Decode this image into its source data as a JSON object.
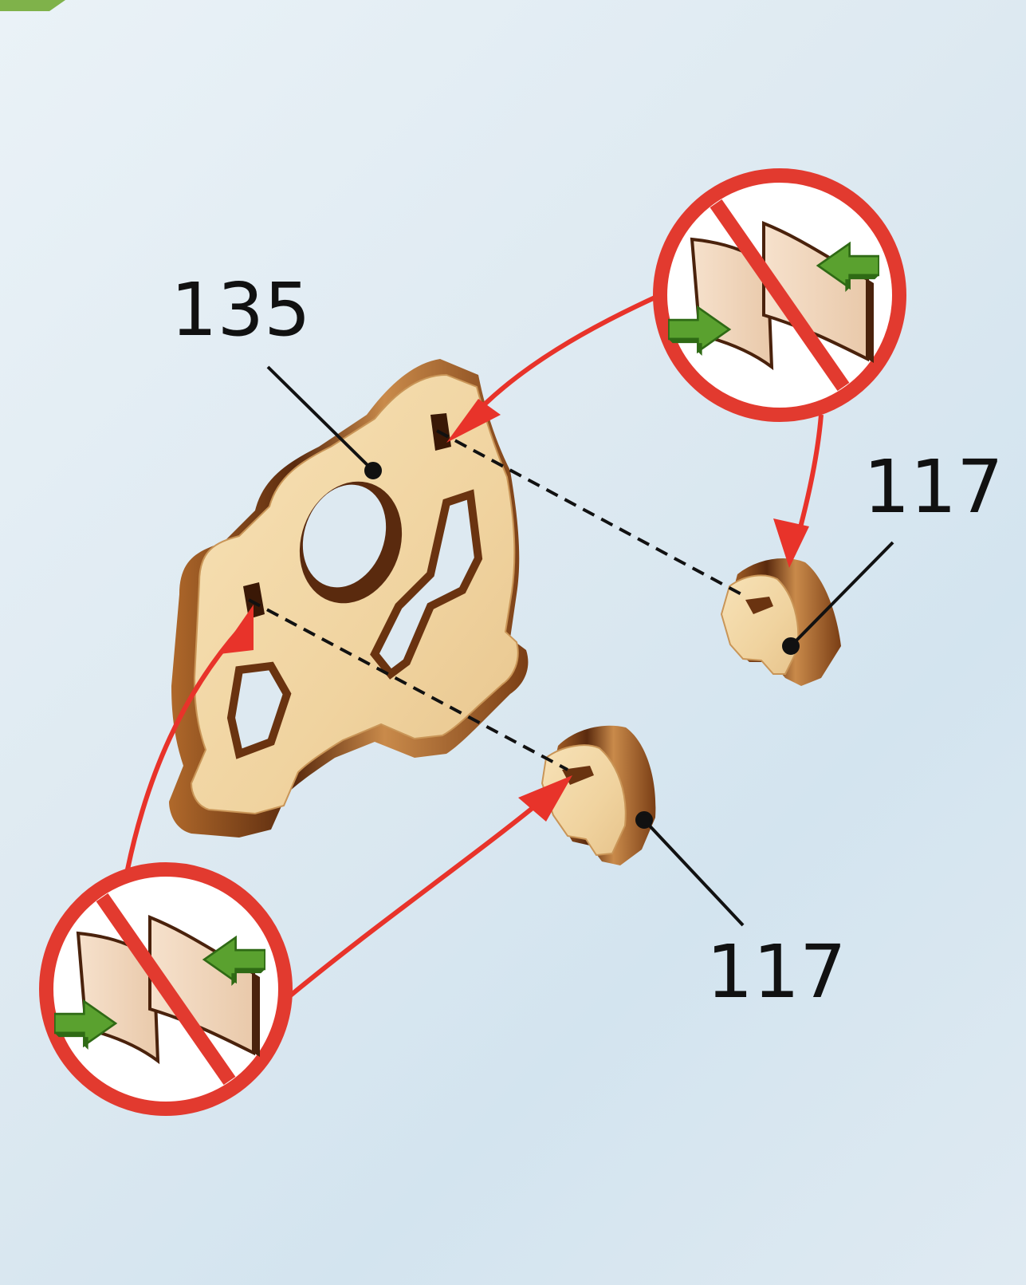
{
  "labels": {
    "part_a": "135",
    "part_b": "117",
    "part_c": "117"
  },
  "icons": {
    "prohibition": "no-glue-prohibition-icon",
    "push_arrow": "push-arrow-icon"
  },
  "colors": {
    "background": "#dde9f1",
    "wood_face": "#f2d6a4",
    "wood_edge": "#8a4a1c",
    "wood_dark": "#4a220c",
    "arrow_red": "#e8332a",
    "sign_red": "#e23a2f",
    "push_green": "#5aa12f",
    "leader_line": "#111111"
  }
}
